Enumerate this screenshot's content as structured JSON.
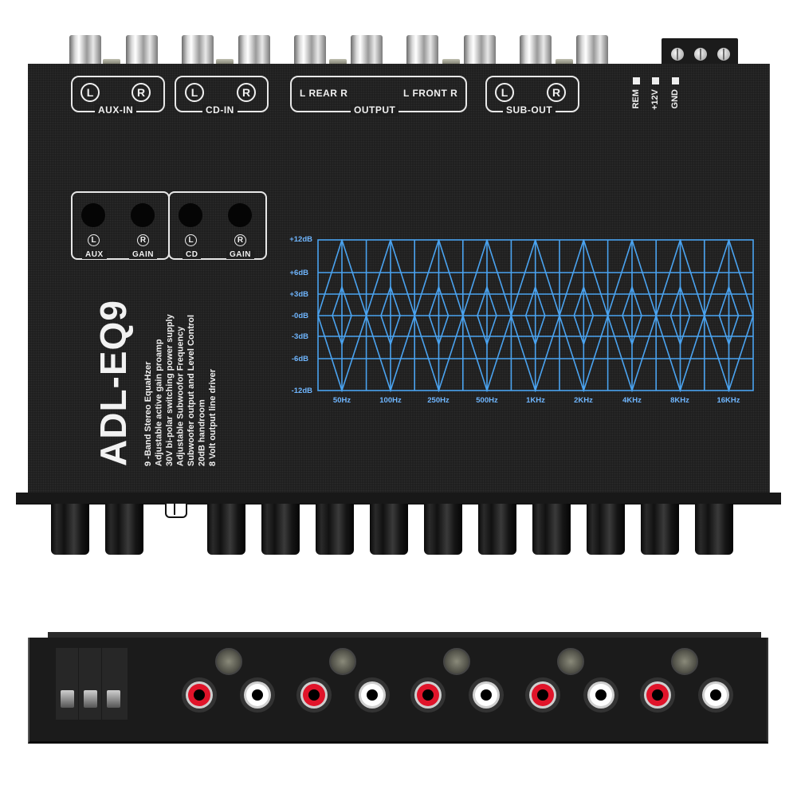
{
  "product": {
    "model": "ADL-EQ9",
    "features": [
      "9 -Band Stereo EquaHzer",
      "Adjustable  active gain proamp",
      "30V   bi-polar switching power supply",
      "Adjustable Subwoofor Frequency",
      "Subwoofer output and Level Control",
      "20dB handroom",
      "8 Volt output line driver"
    ]
  },
  "top_connectors": {
    "aux_in": {
      "label": "AUX-IN",
      "left": "L",
      "right": "R"
    },
    "cd_in": {
      "label": "CD-IN",
      "left": "L",
      "right": "R"
    },
    "output": {
      "label": "OUTPUT",
      "rear": "L REAR R",
      "front": "L FRONT R"
    },
    "sub_out": {
      "label": "SUB-OUT",
      "left": "L",
      "right": "R"
    },
    "power": {
      "rem": "REM",
      "v12": "+12V",
      "gnd": "GND"
    }
  },
  "gain_controls": {
    "aux": {
      "label": "AUX",
      "gain": "GAIN",
      "left": "L",
      "right": "R"
    },
    "cd": {
      "label": "CD",
      "gain": "GAIN",
      "left": "L",
      "right": "R"
    }
  },
  "chart_data": {
    "type": "line",
    "title": "9-Band EQ response graph",
    "y_ticks": [
      "+12dB",
      "+6dB",
      "+3dB",
      "-0dB",
      "-3dB",
      "-6dB",
      "-12dB"
    ],
    "y_values": [
      12,
      6,
      3,
      0,
      -3,
      -6,
      -12
    ],
    "x_ticks": [
      "50Hz",
      "100Hz",
      "250Hz",
      "500Hz",
      "1KHz",
      "2KHz",
      "4KHz",
      "8KHz",
      "16KHz"
    ],
    "ylim": [
      -12,
      12
    ],
    "grid": true,
    "line_color": "#4aa3f0"
  },
  "colors": {
    "panel": "#1f1f1f",
    "graph_blue": "#4aa3f0",
    "label_blue": "#6fb6ff",
    "rca_red": "#e0142a",
    "rca_white": "#ffffff"
  }
}
